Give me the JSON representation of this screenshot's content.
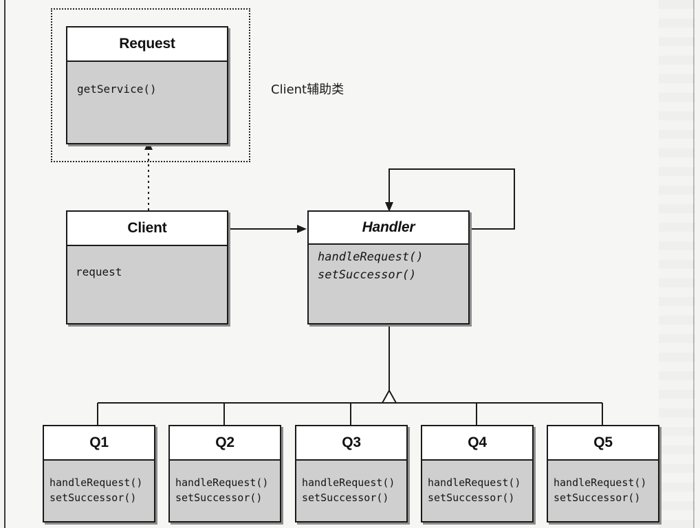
{
  "classes": {
    "request": {
      "name": "Request",
      "ops": [
        "getService()"
      ]
    },
    "client": {
      "name": "Client",
      "ops": [
        "request"
      ]
    },
    "handler": {
      "name": "Handler",
      "ops": [
        "handleRequest()",
        "setSuccessor()"
      ]
    },
    "q1": {
      "name": "Q1",
      "ops": [
        "handleRequest()",
        "setSuccessor()"
      ]
    },
    "q2": {
      "name": "Q2",
      "ops": [
        "handleRequest()",
        "setSuccessor()"
      ]
    },
    "q3": {
      "name": "Q3",
      "ops": [
        "handleRequest()",
        "setSuccessor()"
      ]
    },
    "q4": {
      "name": "Q4",
      "ops": [
        "handleRequest()",
        "setSuccessor()"
      ]
    },
    "q5": {
      "name": "Q5",
      "ops": [
        "handleRequest()",
        "setSuccessor()"
      ]
    }
  },
  "annotation": "Client辅助类",
  "colors": {
    "header_bg": "#ffffff",
    "body_bg": "#cfcfcf",
    "line": "#1a1a1a",
    "shadow": "#8d8d8d"
  }
}
